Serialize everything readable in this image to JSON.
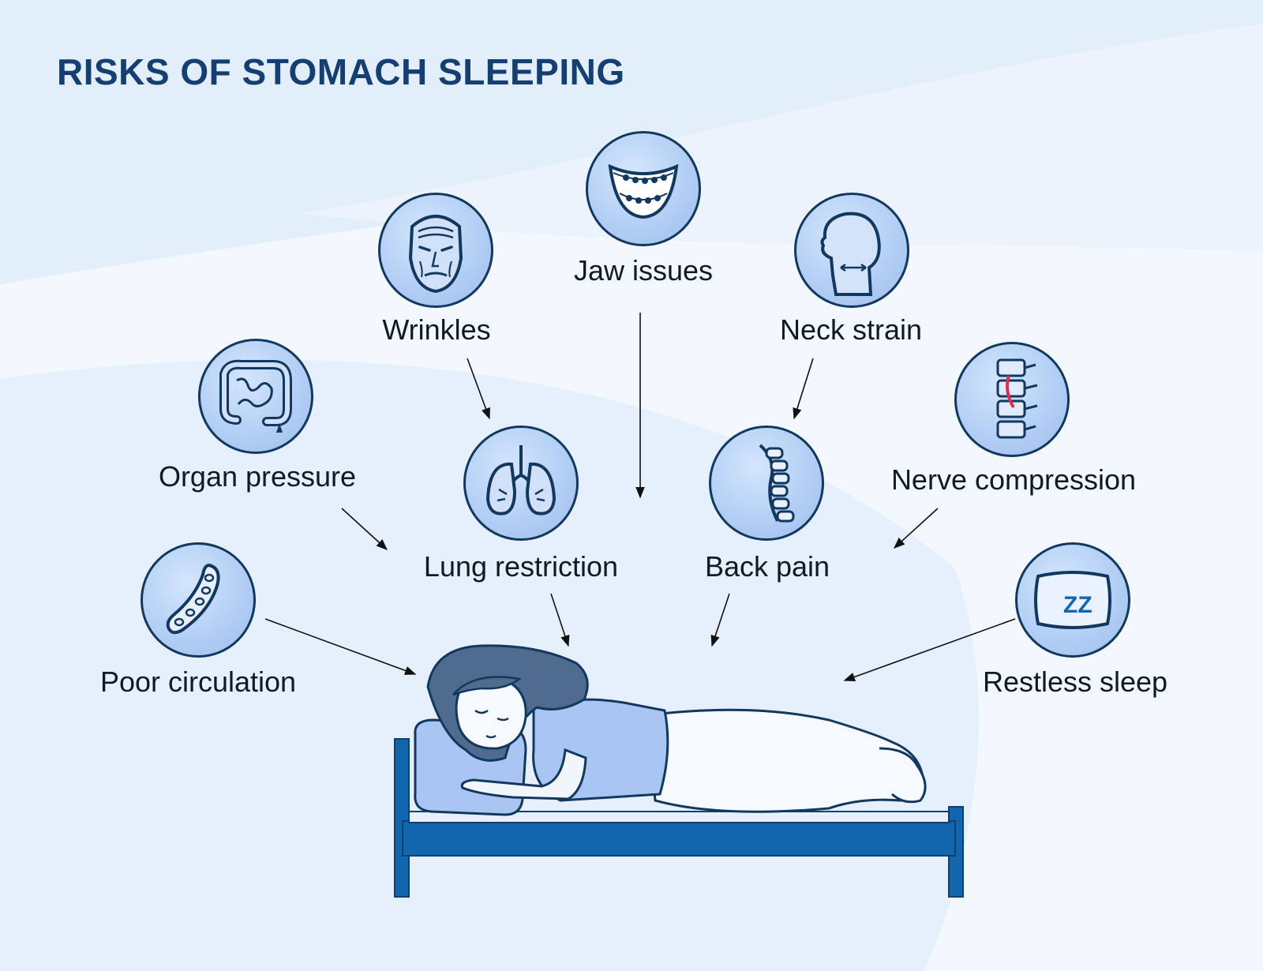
{
  "title": "RISKS OF STOMACH SLEEPING",
  "colors": {
    "title": "#153f72",
    "icon_border": "#12385f",
    "icon_fill": "#b3cff5",
    "bed": "#1166ad",
    "text": "#111a24"
  },
  "risks": [
    {
      "id": "jaw",
      "label": "Jaw issues",
      "icon": "teeth-icon"
    },
    {
      "id": "wrinkles",
      "label": "Wrinkles",
      "icon": "face-wrinkles-icon"
    },
    {
      "id": "neck",
      "label": "Neck strain",
      "icon": "head-neck-icon"
    },
    {
      "id": "organ",
      "label": "Organ pressure",
      "icon": "intestines-icon"
    },
    {
      "id": "lung",
      "label": "Lung restriction",
      "icon": "lungs-icon"
    },
    {
      "id": "back",
      "label": "Back pain",
      "icon": "spine-icon"
    },
    {
      "id": "nerve",
      "label": "Nerve compression",
      "icon": "vertebrae-nerve-icon"
    },
    {
      "id": "circulation",
      "label": "Poor circulation",
      "icon": "blood-vessel-icon"
    },
    {
      "id": "sleep",
      "label": "Restless sleep",
      "icon": "pillow-zz-icon"
    }
  ],
  "illustration": {
    "name": "woman-sleeping-on-stomach",
    "zz_text": "ZZ"
  }
}
